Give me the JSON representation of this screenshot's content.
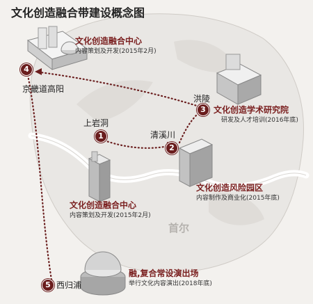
{
  "title": "文化创造融合带建设概念图",
  "colors": {
    "accent": "#7a1f1f",
    "marker": "#6a1d1d",
    "land": "#e7e5e2",
    "river": "#ffffff"
  },
  "area_label": "首尔",
  "markers": [
    {
      "number": "1",
      "place": "上岩洞"
    },
    {
      "number": "2",
      "place": "清溪川"
    },
    {
      "number": "3",
      "place": "洪陵"
    },
    {
      "number": "4",
      "place": "京畿道高阳"
    },
    {
      "number": "5",
      "place": "西归浦"
    }
  ],
  "projects": [
    {
      "name": "文化创造融合中心",
      "detail": "内容策划及开发(2015年2月)"
    },
    {
      "name": "文化创造学术研究院",
      "detail": "研发及人才培训(2016年底)"
    },
    {
      "name": "文化创造融合中心",
      "detail": "内容策划及开发(2015年2月)"
    },
    {
      "name": "文化创造风险园区",
      "detail": "内容制作及商业化(2015年底)"
    },
    {
      "name": "融,复合常设演出场",
      "detail": "举行文化内容演出(2018年底)"
    }
  ]
}
